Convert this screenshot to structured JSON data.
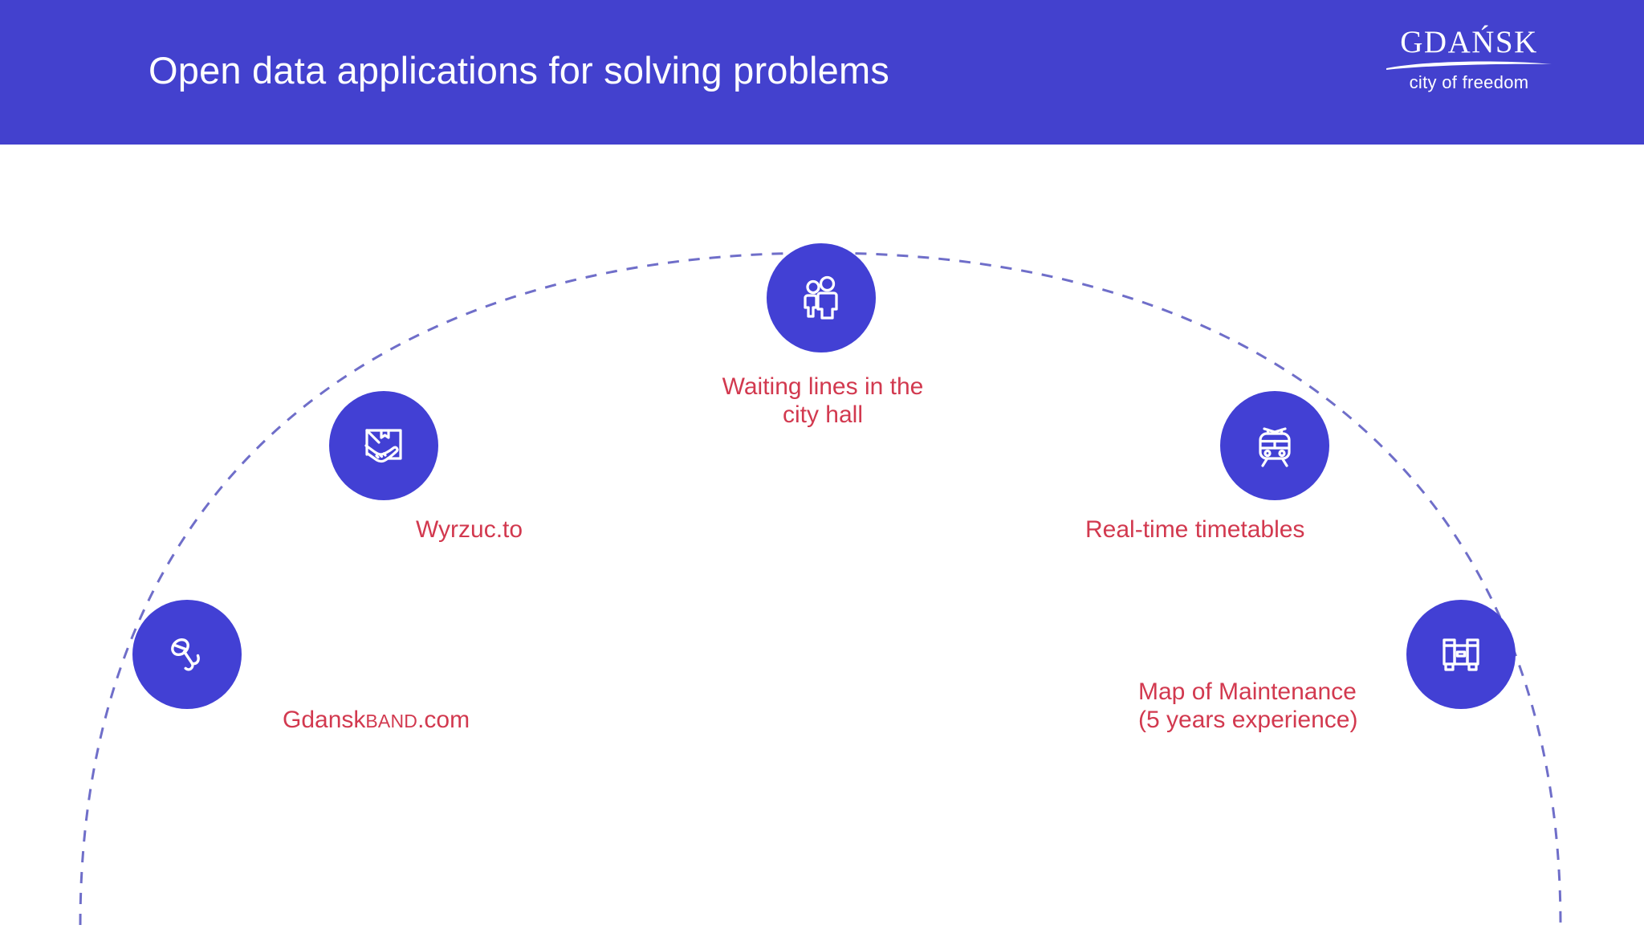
{
  "header": {
    "title": "Open data applications for solving problems",
    "background_color": "#4341CE",
    "logo": {
      "word": "GDAŃSK",
      "tagline": "city of freedom"
    }
  },
  "theme": {
    "header_blue": "#4341CE",
    "circle_blue": "#4240D4",
    "label_red": "#D2394F",
    "arc_color": "#6f6ec9",
    "page_background": "#FFFFFF"
  },
  "arc": {
    "style": "dashed",
    "shape": "semicircle-arc",
    "description": "dashed arc passing through all five application nodes"
  },
  "nodes": [
    {
      "id": "gdanskband",
      "icon": "microphone-icon",
      "label_line1": "Gdansk",
      "label_small": "BAND",
      "label_line2": ".com",
      "label_full": "GdanskBAND.com",
      "label_align": "left"
    },
    {
      "id": "wyrzuc",
      "icon": "hand-box-donation-icon",
      "label_full": "Wyrzuc.to",
      "label_align": "left"
    },
    {
      "id": "waiting-lines",
      "icon": "two-people-icon",
      "label_full": "Waiting lines in the\ncity hall",
      "label_align": "center"
    },
    {
      "id": "timetables",
      "icon": "tram-icon",
      "label_full": "Real-time timetables",
      "label_align": "left"
    },
    {
      "id": "map-maintenance",
      "icon": "binoculars-icon",
      "label_full": "Map of Maintenance\n(5 years experience)",
      "label_align": "left"
    }
  ]
}
